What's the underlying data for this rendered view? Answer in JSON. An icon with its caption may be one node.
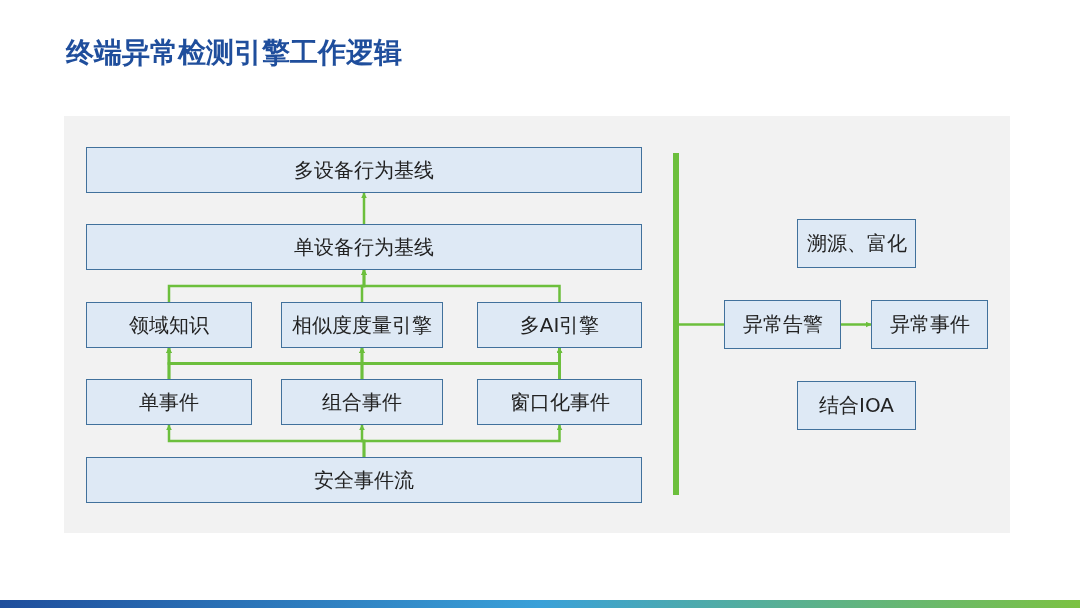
{
  "diagram": {
    "title": "终端异常检测引擎工作逻辑",
    "nodes": [
      {
        "text": [
          "多设备行为基线"
        ]
      },
      {
        "text": [
          "单设备行为基线"
        ]
      },
      {
        "text": [
          "领域知识"
        ]
      },
      {
        "text": [
          "相似度度量引擎"
        ]
      },
      {
        "text": [
          "多AI引擎"
        ]
      },
      {
        "text": [
          "单事件"
        ]
      },
      {
        "text": [
          "组合事件"
        ]
      },
      {
        "text": [
          "窗口化事件"
        ]
      },
      {
        "text": [
          "安全事件流"
        ]
      },
      {
        "text": [],
        "shape": "bar"
      },
      {
        "text": [
          "溯源、富化"
        ]
      },
      {
        "text": [
          "异常告警"
        ]
      },
      {
        "text": [
          "异常事件"
        ]
      },
      {
        "text": [
          "结合IOA"
        ]
      }
    ],
    "edges": [
      {
        "from": 8,
        "to": 5,
        "arrow": "to"
      },
      {
        "from": 8,
        "to": 6,
        "arrow": "to"
      },
      {
        "from": 8,
        "to": 7,
        "arrow": "to"
      },
      {
        "from": 5,
        "to": 2,
        "arrow": "to"
      },
      {
        "from": 5,
        "to": 3,
        "arrow": "to"
      },
      {
        "from": 5,
        "to": 4,
        "arrow": "to"
      },
      {
        "from": 6,
        "to": 2,
        "arrow": "to"
      },
      {
        "from": 6,
        "to": 3,
        "arrow": "to"
      },
      {
        "from": 6,
        "to": 4,
        "arrow": "to"
      },
      {
        "from": 7,
        "to": 2,
        "arrow": "to"
      },
      {
        "from": 7,
        "to": 3,
        "arrow": "to"
      },
      {
        "from": 7,
        "to": 4,
        "arrow": "to"
      },
      {
        "from": 2,
        "to": 1,
        "arrow": "to"
      },
      {
        "from": 3,
        "to": 1,
        "arrow": "to"
      },
      {
        "from": 4,
        "to": 1,
        "arrow": "to"
      },
      {
        "from": 1,
        "to": 0,
        "arrow": "to"
      },
      {
        "from": 9,
        "to": 11,
        "arrow": "none"
      },
      {
        "from": 11,
        "to": 12,
        "arrow": "to"
      }
    ]
  }
}
